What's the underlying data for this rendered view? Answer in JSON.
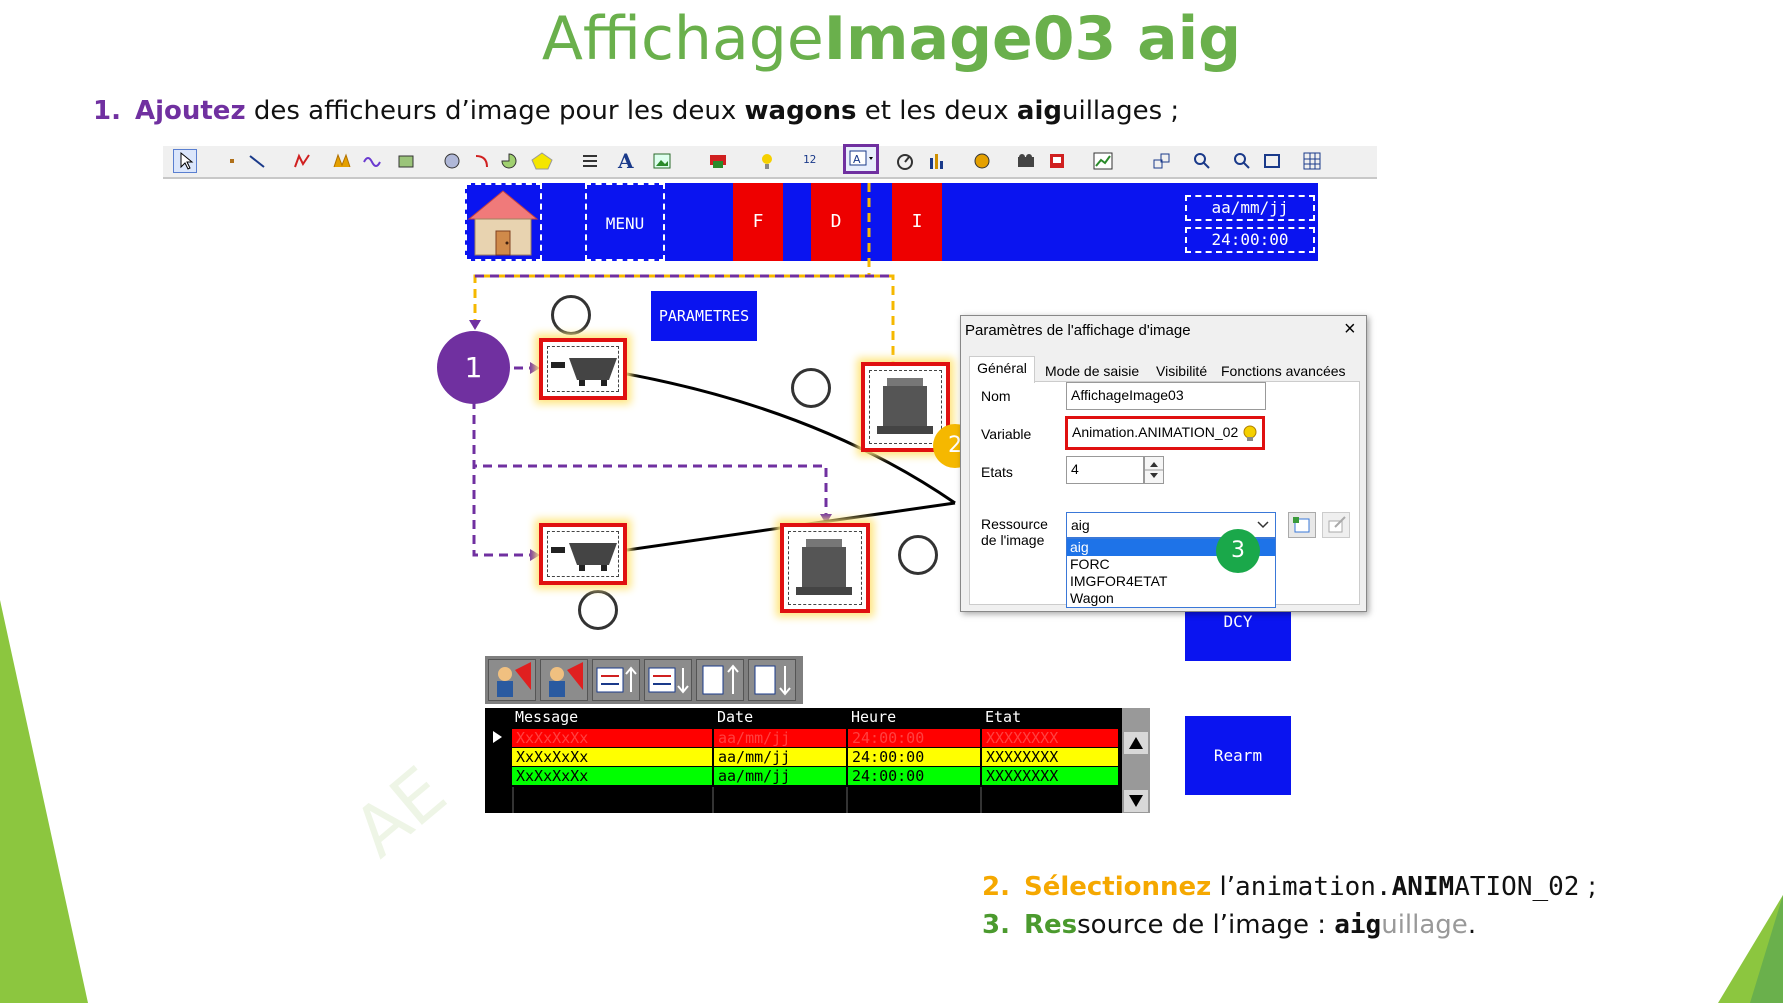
{
  "slide": {
    "title_part1": "Affichage",
    "title_part2": "Image03 aig",
    "step1": {
      "num": "1.",
      "verb": "Ajoutez",
      "t1": " des afficheurs d’image pour les deux ",
      "b1": "wagons",
      "t2": " et les deux ",
      "b2": "aig",
      "t3": "uillages ;"
    },
    "step2": {
      "num": "2.",
      "verb": "Sélectionnez",
      "t1": " l’",
      "t2": "animation.",
      "b1": "ANIM",
      "t3": "ATION_02",
      "t4": " ;"
    },
    "step3": {
      "num": "3.",
      "verb": "Res",
      "t1": "source de l’image : ",
      "b1": "aig",
      "t2": "uillage",
      "t3": "."
    },
    "colors": {
      "title": "#6ab04c",
      "purple": "#7030a0",
      "orange": "#f5a800",
      "green_text": "#4b9a2e"
    }
  },
  "hmi": {
    "menu": "MENU",
    "f": "F",
    "d": "D",
    "i": "I",
    "date": "aa/mm/jj",
    "time": "24:00:00",
    "parametres": "PARAMETRES",
    "dcy": "DCY",
    "rearm": "Rearm",
    "home_icon": "home-icon"
  },
  "badges": {
    "b1": "1",
    "b2": "2",
    "b3": "3"
  },
  "dialog": {
    "title": "Paramètres de l'affichage d'image",
    "tabs": [
      "Général",
      "Mode de saisie",
      "Visibilité",
      "Fonctions avancées"
    ],
    "nom_label": "Nom",
    "nom_value": "AffichageImage03",
    "variable_label": "Variable",
    "variable_value": "Animation.ANIMATION_02",
    "etats_label": "Etats",
    "etats_value": "4",
    "ressource_label1": "Ressource",
    "ressource_label2": "de l'image",
    "ressource_value": "aig",
    "options": [
      "aig",
      "FORC",
      "IMGFOR4ETAT",
      "Wagon"
    ]
  },
  "alarms": {
    "headers": [
      "Message",
      "Date",
      "Heure",
      "Etat"
    ],
    "rows": [
      {
        "msg": "XxXxXxXx",
        "date": "aa/mm/jj",
        "time": "24:00:00",
        "state": "XXXXXXXX",
        "bg": "#ff0000",
        "fg": "#ff0000"
      },
      {
        "msg": "XxXxXxXx",
        "date": "aa/mm/jj",
        "time": "24:00:00",
        "state": "XXXXXXXX",
        "bg": "#ffff00",
        "fg": "#000000"
      },
      {
        "msg": "XxXxXxXx",
        "date": "aa/mm/jj",
        "time": "24:00:00",
        "state": "XXXXXXXX",
        "bg": "#00ff00",
        "fg": "#000000"
      }
    ]
  }
}
